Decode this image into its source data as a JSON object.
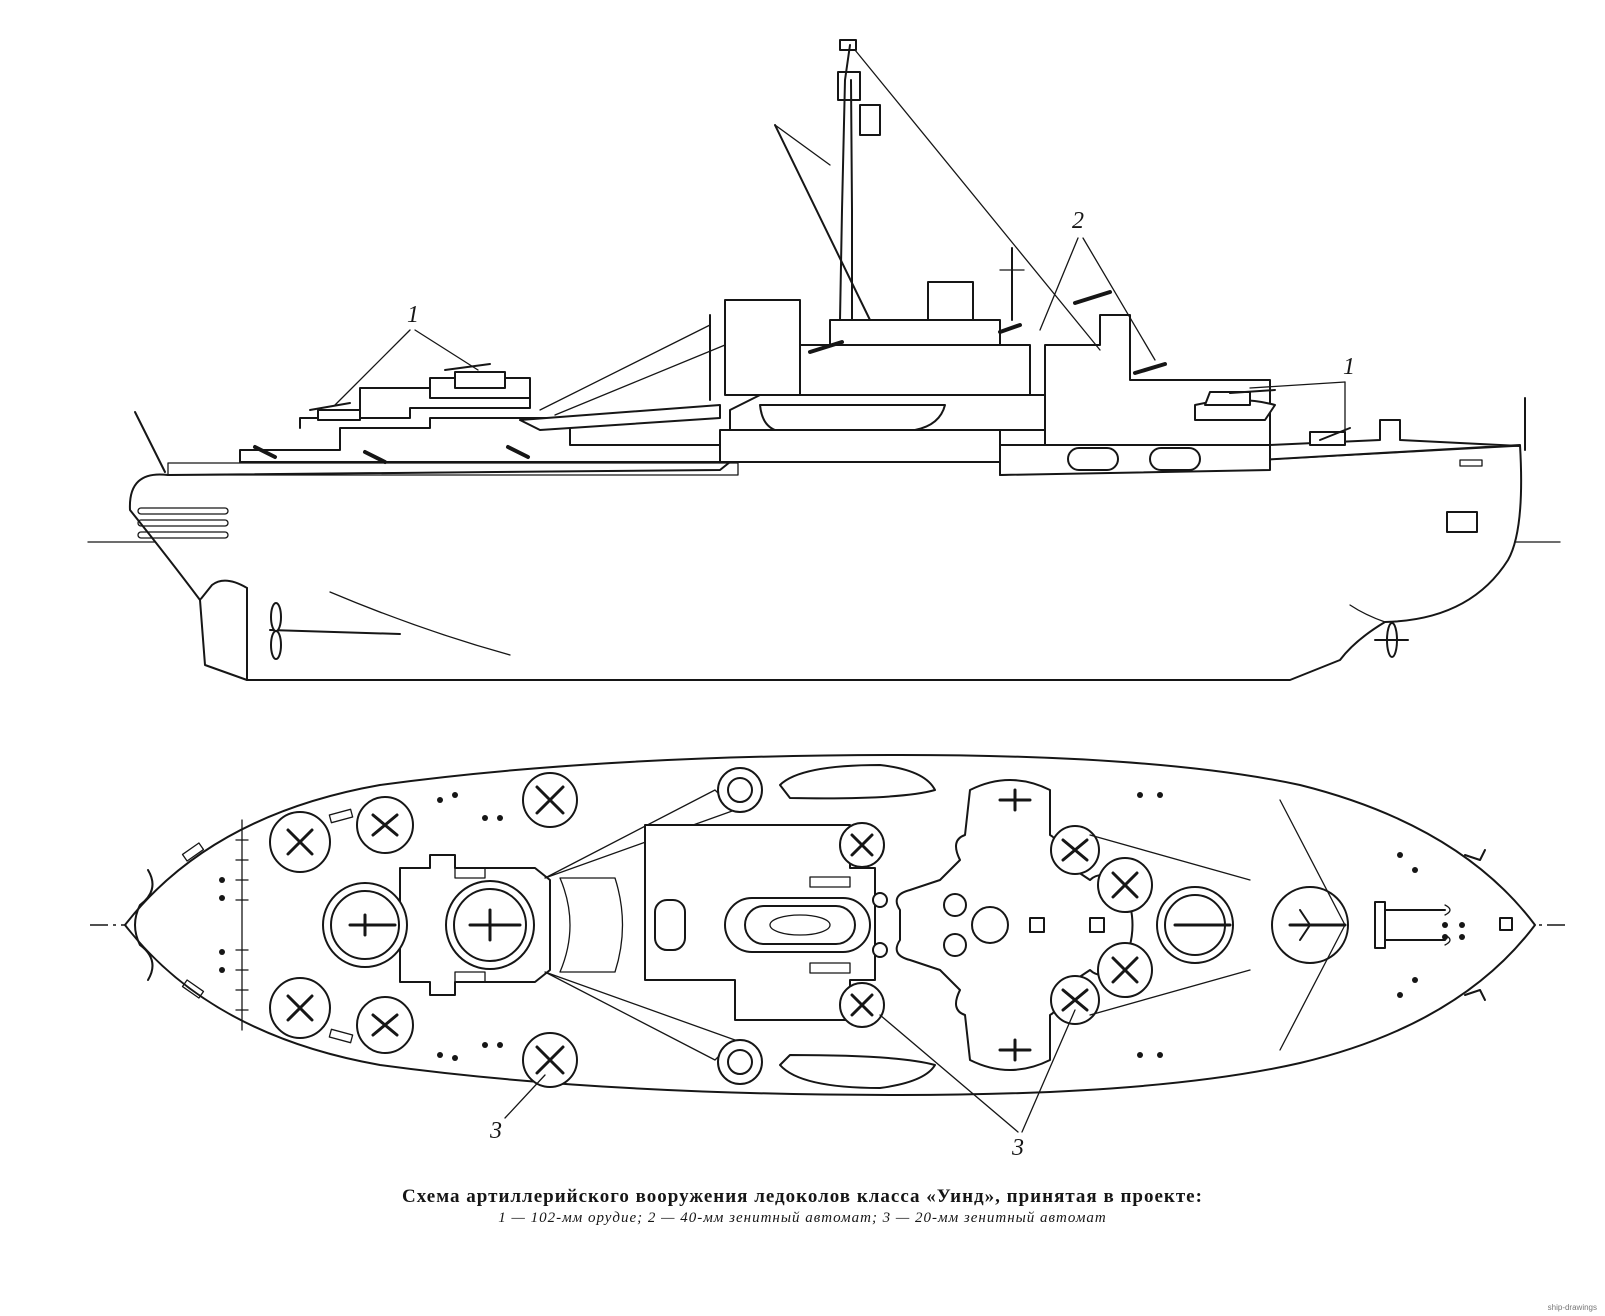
{
  "labels": {
    "one": "1",
    "two": "2",
    "three": "3"
  },
  "caption": {
    "title": "Схема артиллерийского вооружения ледоколов класса «Уинд», принятая в проекте:",
    "legend": "1 — 102-мм орудие; 2 — 40-мм зенитный автомат; 3 — 20-мм зенитный автомат"
  },
  "credit": "ship-drawings",
  "colors": {
    "ink": "#161616",
    "paper": "#ffffff"
  }
}
